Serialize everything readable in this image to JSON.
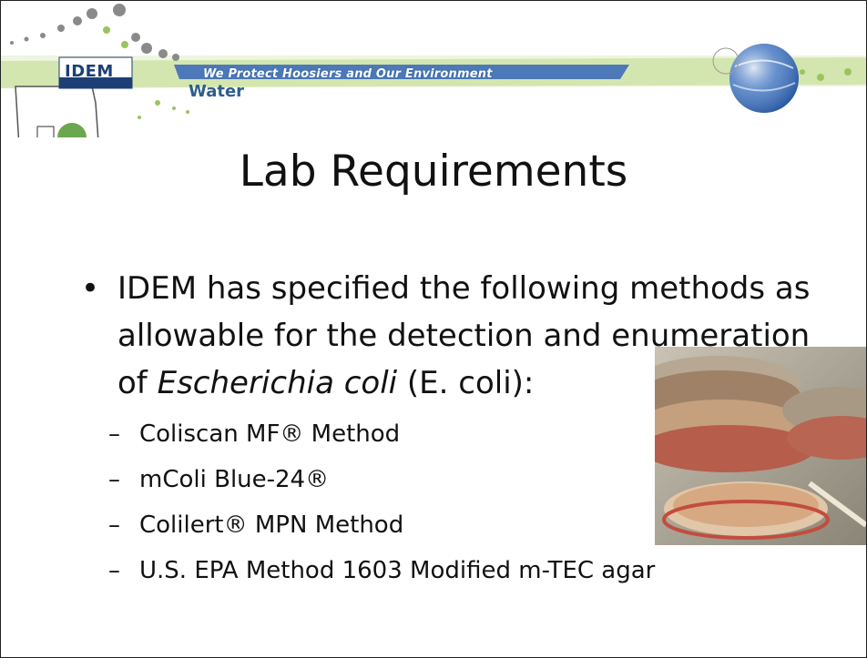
{
  "header": {
    "logo_text": "IDEM",
    "tagline": "We Protect Hoosiers and Our Environment",
    "section": "Water"
  },
  "slide": {
    "title": "Lab Requirements",
    "bullet_text_before": "IDEM has specified the following methods as allowable for the detection and enumeration of ",
    "bullet_text_italic": "Escherichia coli",
    "bullet_text_after": " (E. coli):",
    "methods": [
      "Coliscan MF® Method",
      "mColi Blue-24®",
      "Colilert® MPN Method",
      "U.S. EPA Method 1603 Modified m-TEC agar"
    ]
  },
  "colors": {
    "banner_green": "#8dbb4f",
    "banner_blue": "#2e5e8a",
    "logo_navy": "#1d3f76"
  }
}
